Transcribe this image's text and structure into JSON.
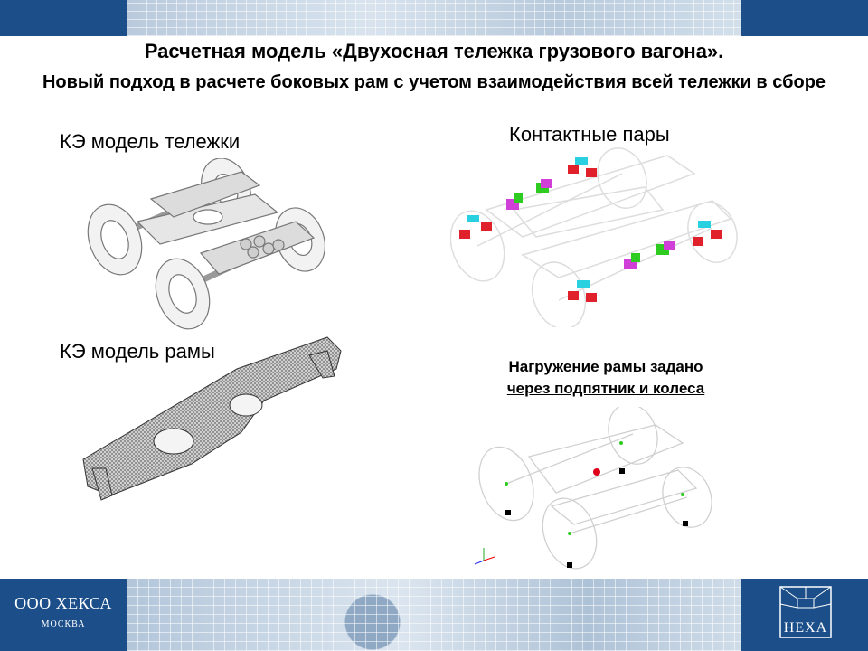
{
  "header": {
    "title": "Расчетная модель «Двухосная тележка грузового вагона».",
    "subtitle": "Новый подход в расчете боковых рам с учетом взаимодействия всей тележки в сборе"
  },
  "captions": {
    "bogie_model": "КЭ модель тележки",
    "contact_pairs": "Контактные пары",
    "frame_model": "КЭ модель рамы",
    "load_note_line1": "Нагружение рамы задано",
    "load_note_line2": "через подпятник и колеса"
  },
  "footer": {
    "company": "ООО ХЕКСА",
    "city": "МОСКВА",
    "logo_text": "HEXA"
  },
  "colors": {
    "banner_blue": "#1c4f8a",
    "contact_red": "#e0202a",
    "contact_cyan": "#28d0e0",
    "contact_green": "#2ecc20",
    "contact_magenta": "#d040d8",
    "load_point_red": "#e0001a"
  },
  "icons": {
    "axis_triad": "xyz-axis-triad-icon",
    "logo": "hexa-logo"
  }
}
